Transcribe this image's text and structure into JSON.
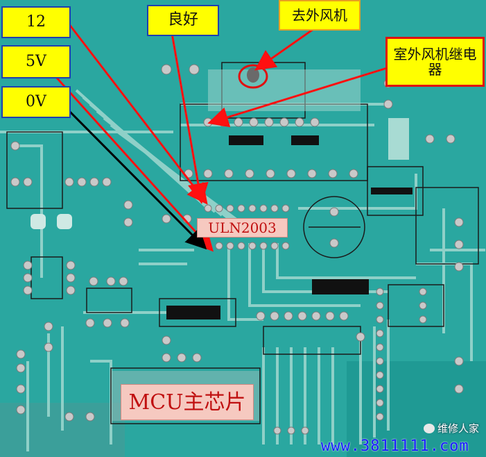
{
  "labels": {
    "v12": "12",
    "v5": "5V",
    "v0": "0V",
    "good": "良好",
    "to_outdoor_fan": "去外风机",
    "outdoor_fan_relay": "室外风机继电器",
    "uln": "ULN2003",
    "mcu": "MCU主芯片"
  },
  "watermark": "维修人家",
  "site": "www.3811111.com",
  "colors": {
    "board": "#2aa7a0",
    "trace": "#8fd0c8",
    "label_fill": "#ffff00",
    "label_border_blue": "#1f3fb0",
    "label_border_red": "#e01010",
    "chip_label": "#f6c9c0",
    "chip_text": "#c01010",
    "arrow_red": "#ff1010",
    "arrow_black": "#000000",
    "site_text": "#1a1aff"
  }
}
